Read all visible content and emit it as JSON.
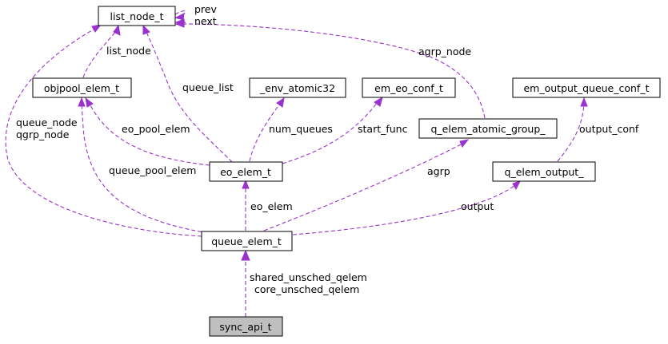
{
  "colors": {
    "edge": "#9a32cd",
    "node_fill": "#ffffff",
    "node_highlight": "#bfbfbf",
    "node_stroke": "#000000"
  },
  "nodes": {
    "list_node_t": "list_node_t",
    "objpool_elem_t": "objpool_elem_t",
    "env_atomic32": "_env_atomic32",
    "em_eo_conf_t": "em_eo_conf_t",
    "em_output_queue_conf_t": "em_output_queue_conf_t",
    "q_elem_atomic_group": "q_elem_atomic_group_",
    "eo_elem_t": "eo_elem_t",
    "q_elem_output": "q_elem_output_",
    "queue_elem_t": "queue_elem_t",
    "sync_api_t": "sync_api_t"
  },
  "edge_labels": {
    "prev_next": [
      "prev",
      "next"
    ],
    "list_node": "list_node",
    "queue_list": "queue_list",
    "agrp_node": "agrp_node",
    "queue_node_qgrp_node": [
      "queue_node",
      "qgrp_node"
    ],
    "eo_pool_elem": "eo_pool_elem",
    "num_queues": "num_queues",
    "start_func": "start_func",
    "output_conf": "output_conf",
    "queue_pool_elem": "queue_pool_elem",
    "agrp": "agrp",
    "eo_elem": "eo_elem",
    "output": "output",
    "sync_labels": [
      "shared_unsched_qelem",
      "core_unsched_qelem"
    ]
  }
}
